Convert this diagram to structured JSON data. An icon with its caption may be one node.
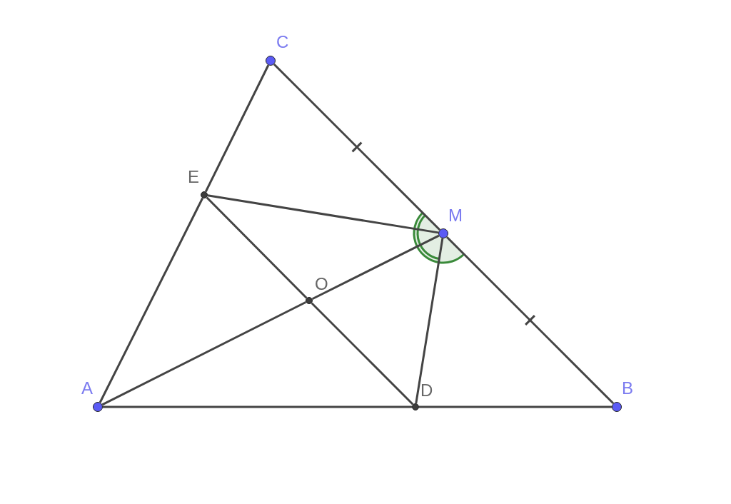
{
  "diagram": {
    "nodes": [
      {
        "text": [
          "C"
        ]
      },
      {
        "text": [
          "E"
        ]
      },
      {
        "text": [
          "M"
        ]
      },
      {
        "text": [
          "O"
        ]
      },
      {
        "text": [
          "A"
        ]
      },
      {
        "text": [
          "D"
        ]
      },
      {
        "text": [
          "B"
        ]
      }
    ],
    "edges": [
      {
        "from": 4,
        "to": 5,
        "arrow": "none"
      },
      {
        "from": 5,
        "to": 6,
        "arrow": "none"
      },
      {
        "from": 4,
        "to": 1,
        "arrow": "none"
      },
      {
        "from": 1,
        "to": 0,
        "arrow": "none"
      },
      {
        "from": 0,
        "to": 2,
        "arrow": "none"
      },
      {
        "from": 2,
        "to": 6,
        "arrow": "none"
      },
      {
        "from": 1,
        "to": 2,
        "arrow": "none"
      },
      {
        "from": 1,
        "to": 3,
        "arrow": "none"
      },
      {
        "from": 3,
        "to": 5,
        "arrow": "none"
      },
      {
        "from": 4,
        "to": 3,
        "arrow": "none"
      },
      {
        "from": 3,
        "to": 2,
        "arrow": "none"
      },
      {
        "from": 2,
        "to": 5,
        "arrow": "none"
      }
    ]
  }
}
